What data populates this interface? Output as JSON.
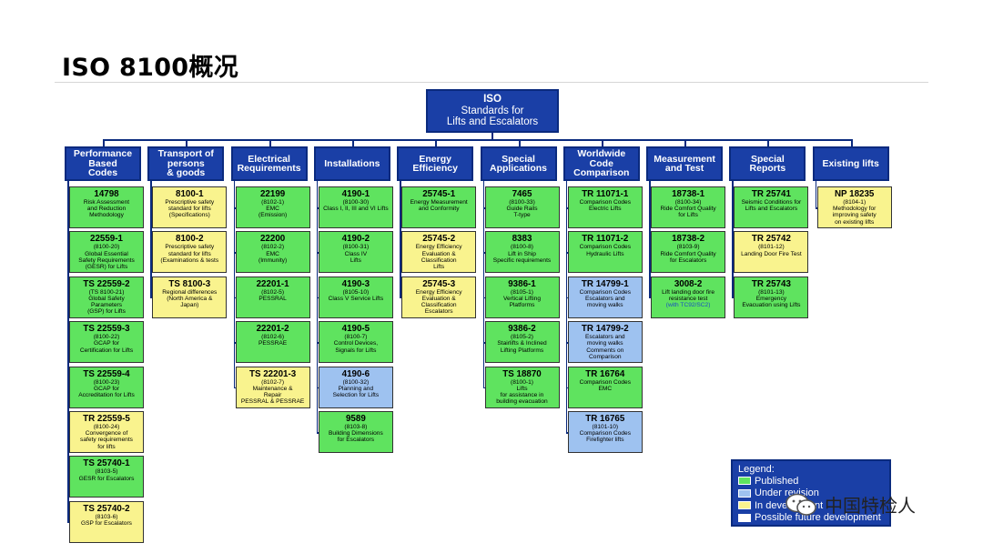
{
  "title": "ISO 8100概况",
  "root": {
    "line1": "ISO",
    "line2": "Standards for",
    "line3": "Lifts and Escalators"
  },
  "columns": [
    {
      "header": [
        "Performance",
        "Based",
        "Codes"
      ],
      "cards": [
        {
          "code": "14798",
          "lines": [
            "Risk Assessment",
            "and Reduction",
            "Methodology"
          ],
          "status": "published"
        },
        {
          "code": "22559-1",
          "lines": [
            "(8100-20)",
            "Global Essential",
            "Safety Requirements",
            "(GESR) for Lifts"
          ],
          "status": "published"
        },
        {
          "code": "TS 22559-2",
          "lines": [
            "(TS 8100-21)",
            "Global Safety",
            "Parameters",
            "(GSP) for Lifts"
          ],
          "status": "published"
        },
        {
          "code": "TS 22559-3",
          "lines": [
            "(8100-22)",
            "GCAP for",
            "Certification for Lifts"
          ],
          "status": "published"
        },
        {
          "code": "TS 22559-4",
          "lines": [
            "(8100-23)",
            "GCAP for",
            "Accreditation for Lifts"
          ],
          "status": "published"
        },
        {
          "code": "TR 22559-5",
          "lines": [
            "(8100-24)",
            "Convergence of",
            "safety requirements",
            "for lifts"
          ],
          "status": "development"
        },
        {
          "code": "TS 25740-1",
          "lines": [
            "(8103-5)",
            "GESR for Escalators"
          ],
          "status": "published"
        },
        {
          "code": "TS 25740-2",
          "lines": [
            "(8103-6)",
            "GSP for Escalators"
          ],
          "status": "development"
        }
      ]
    },
    {
      "header": [
        "Transport of",
        "persons",
        "& goods"
      ],
      "cards": [
        {
          "code": "8100-1",
          "lines": [
            "Prescriptive safety",
            "standard for lifts",
            "(Specifications)"
          ],
          "status": "development"
        },
        {
          "code": "8100-2",
          "lines": [
            "Prescriptive safety",
            "standard for lifts",
            "(Examinations & tests"
          ],
          "status": "development"
        },
        {
          "code": "TS 8100-3",
          "lines": [
            "Regional differences",
            "(North America &",
            "Japan)"
          ],
          "status": "development"
        }
      ]
    },
    {
      "header": [
        "Electrical",
        "Requirements"
      ],
      "cards": [
        {
          "code": "22199",
          "lines": [
            "(8102-1)",
            "EMC",
            "(Emission)"
          ],
          "status": "published"
        },
        {
          "code": "22200",
          "lines": [
            "(8102-2)",
            "EMC",
            "(Immunity)"
          ],
          "status": "published"
        },
        {
          "code": "22201-1",
          "lines": [
            "(8102-5)",
            "PESSRAL"
          ],
          "status": "published"
        },
        {
          "code": "22201-2",
          "lines": [
            "(8102-6)",
            "PESSRAE"
          ],
          "status": "published"
        },
        {
          "code": "TS 22201-3",
          "lines": [
            "(8102-7)",
            "Maintenance &",
            "Repair",
            "PESSRAL & PESSRAE"
          ],
          "status": "development"
        }
      ]
    },
    {
      "header": [
        "Installations"
      ],
      "cards": [
        {
          "code": "4190-1",
          "lines": [
            "(8100-30)",
            "Class I, II, III and VI Lifts"
          ],
          "status": "published"
        },
        {
          "code": "4190-2",
          "lines": [
            "(8100-31)",
            "Class IV",
            "Lifts"
          ],
          "status": "published"
        },
        {
          "code": "4190-3",
          "lines": [
            "(8105-10)",
            "Class V Service Lifts"
          ],
          "status": "published"
        },
        {
          "code": "4190-5",
          "lines": [
            "(8100-7)",
            "Control Devices,",
            "Signals for Lifts"
          ],
          "status": "published"
        },
        {
          "code": "4190-6",
          "lines": [
            "(8100-32)",
            "Planning and",
            "Selection for Lifts"
          ],
          "status": "revision"
        },
        {
          "code": "9589",
          "lines": [
            "(8103-8)",
            "Building Dimensions",
            "for Escalators"
          ],
          "status": "published"
        }
      ]
    },
    {
      "header": [
        "Energy",
        "Efficiency"
      ],
      "cards": [
        {
          "code": "25745-1",
          "lines": [
            "Energy Measurement",
            "and Conformity"
          ],
          "status": "published"
        },
        {
          "code": "25745-2",
          "lines": [
            "Energy Efficiency",
            "Evaluation &",
            "Classification",
            "Lifts"
          ],
          "status": "development"
        },
        {
          "code": "25745-3",
          "lines": [
            "Energy Efficiency",
            "Evaluation &",
            "Classification",
            "Escalators"
          ],
          "status": "development"
        }
      ]
    },
    {
      "header": [
        "Special",
        "Applications"
      ],
      "cards": [
        {
          "code": "7465",
          "lines": [
            "(8100-33)",
            "Guide Rails",
            "T-type"
          ],
          "status": "published"
        },
        {
          "code": "8383",
          "lines": [
            "(8100-8)",
            "Lift in Ship",
            "Specific requirements"
          ],
          "status": "published"
        },
        {
          "code": "9386-1",
          "lines": [
            "(8105-1)",
            "Vertical Lifting",
            "Platforms"
          ],
          "status": "published"
        },
        {
          "code": "9386-2",
          "lines": [
            "(8105-2)",
            "Stairlifts & Inclined",
            "Lifting Platforms"
          ],
          "status": "published"
        },
        {
          "code": "TS 18870",
          "lines": [
            "(8100-1)",
            "Lifts",
            "for assistance in",
            "building evacuation"
          ],
          "status": "published"
        }
      ]
    },
    {
      "header": [
        "Worldwide",
        "Code",
        "Comparison"
      ],
      "cards": [
        {
          "code": "TR 11071-1",
          "lines": [
            "Comparison Codes",
            "Electric Lifts"
          ],
          "status": "published"
        },
        {
          "code": "TR 11071-2",
          "lines": [
            "Comparison Codes",
            "Hydraulic Lifts"
          ],
          "status": "published"
        },
        {
          "code": "TR 14799-1",
          "lines": [
            "Comparison Codes",
            "Escalators and",
            "moving walks"
          ],
          "status": "revision"
        },
        {
          "code": "TR 14799-2",
          "lines": [
            "Escalators and",
            "moving walks",
            "Comments on",
            "Comparison"
          ],
          "status": "revision"
        },
        {
          "code": "TR 16764",
          "lines": [
            "Comparison Codes",
            "EMC"
          ],
          "status": "published"
        },
        {
          "code": "TR 16765",
          "lines": [
            "(8101-10)",
            "Comparison Codes",
            "Firefighter lifts"
          ],
          "status": "revision"
        }
      ]
    },
    {
      "header": [
        "Measurement",
        "and Test"
      ],
      "cards": [
        {
          "code": "18738-1",
          "lines": [
            "(8100-34)",
            "Ride Comfort Quality",
            "for Lifts"
          ],
          "status": "published"
        },
        {
          "code": "18738-2",
          "lines": [
            "(8103-9)",
            "Ride Comfort Quality",
            "for Escalators"
          ],
          "status": "published"
        },
        {
          "code": "3008-2",
          "lines": [
            "Lift landing door fire",
            "resistance test"
          ],
          "note": "(with TC92/SC2)",
          "status": "published"
        }
      ]
    },
    {
      "header": [
        "Special",
        "Reports"
      ],
      "cards": [
        {
          "code": "TR 25741",
          "lines": [
            "Seismic Conditions for",
            "Lifts and Escalators"
          ],
          "status": "published"
        },
        {
          "code": "TR 25742",
          "lines": [
            "(8101-12)",
            "Landing Door Fire Test"
          ],
          "status": "development"
        },
        {
          "code": "TR 25743",
          "lines": [
            "(8101-13)",
            "Emergency",
            "Evacuation using Lifts"
          ],
          "status": "published"
        }
      ]
    },
    {
      "header": [
        "Existing lifts"
      ],
      "cards": [
        {
          "code": "NP 18235",
          "lines": [
            "(8104-1)",
            "Methodology for",
            "improving safety",
            "on existing lifts"
          ],
          "status": "development"
        }
      ]
    }
  ],
  "legend": {
    "title": "Legend:",
    "items": [
      {
        "label": "Published",
        "color": "#5fe35f"
      },
      {
        "label": "Under revision",
        "color": "#9ec2f0"
      },
      {
        "label": "In development",
        "color": "#f9f38e"
      },
      {
        "label": "Possible future development",
        "color": "#ffffff"
      }
    ]
  },
  "watermark": {
    "text": "中国特检人"
  },
  "colors": {
    "header_blue": "#1a3fa6",
    "published": "#5fe35f",
    "revision": "#9ec2f0",
    "development": "#f9f38e"
  }
}
